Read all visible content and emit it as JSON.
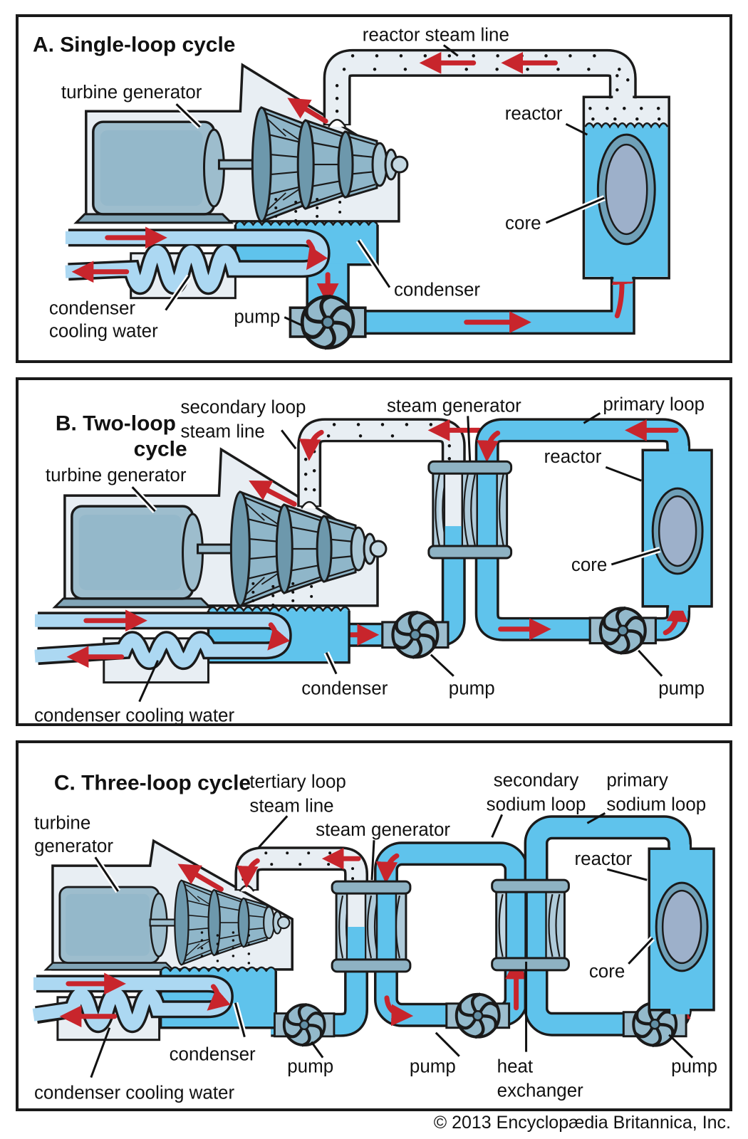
{
  "panels": {
    "a": {
      "title": "A. Single-loop cycle",
      "labels": {
        "steam_line": "reactor steam line",
        "turbine": "turbine generator",
        "reactor": "reactor",
        "core": "core",
        "condenser": "condenser",
        "cooling_line1": "condenser",
        "cooling_line2": "cooling water",
        "pump": "pump"
      }
    },
    "b": {
      "title_line1": "B. Two-loop",
      "title_line2": "cycle",
      "labels": {
        "steam_line1": "secondary loop",
        "steam_line2": "steam line",
        "steam_generator": "steam generator",
        "primary_loop": "primary loop",
        "turbine": "turbine generator",
        "reactor": "reactor",
        "core": "core",
        "condenser": "condenser",
        "cooling": "condenser cooling water",
        "pump_secondary": "pump",
        "pump_primary": "pump"
      }
    },
    "c": {
      "title": "C. Three-loop cycle",
      "labels": {
        "turbine_line1": "turbine",
        "turbine_line2": "generator",
        "steam_line1": "tertiary loop",
        "steam_line2": "steam line",
        "steam_generator": "steam generator",
        "secondary_line1": "secondary",
        "secondary_line2": "sodium loop",
        "primary_line1": "primary",
        "primary_line2": "sodium loop",
        "reactor": "reactor",
        "core": "core",
        "condenser": "condenser",
        "cooling": "condenser cooling water",
        "pump_condensate": "pump",
        "pump_secondary": "pump",
        "pump_primary": "pump",
        "heat_line1": "heat",
        "heat_line2": "exchanger"
      }
    }
  },
  "footer": {
    "copyright": "© 2013 Encyclopædia Britannica, Inc."
  },
  "colors": {
    "water_blue": "#5FC3EC",
    "cooling_blue": "#ACD8F2",
    "steam_light": "#E8EEF3",
    "machine_steel": "#8FB6C9",
    "arrow_red": "#C8252C",
    "outline": "#1a1a1a"
  }
}
